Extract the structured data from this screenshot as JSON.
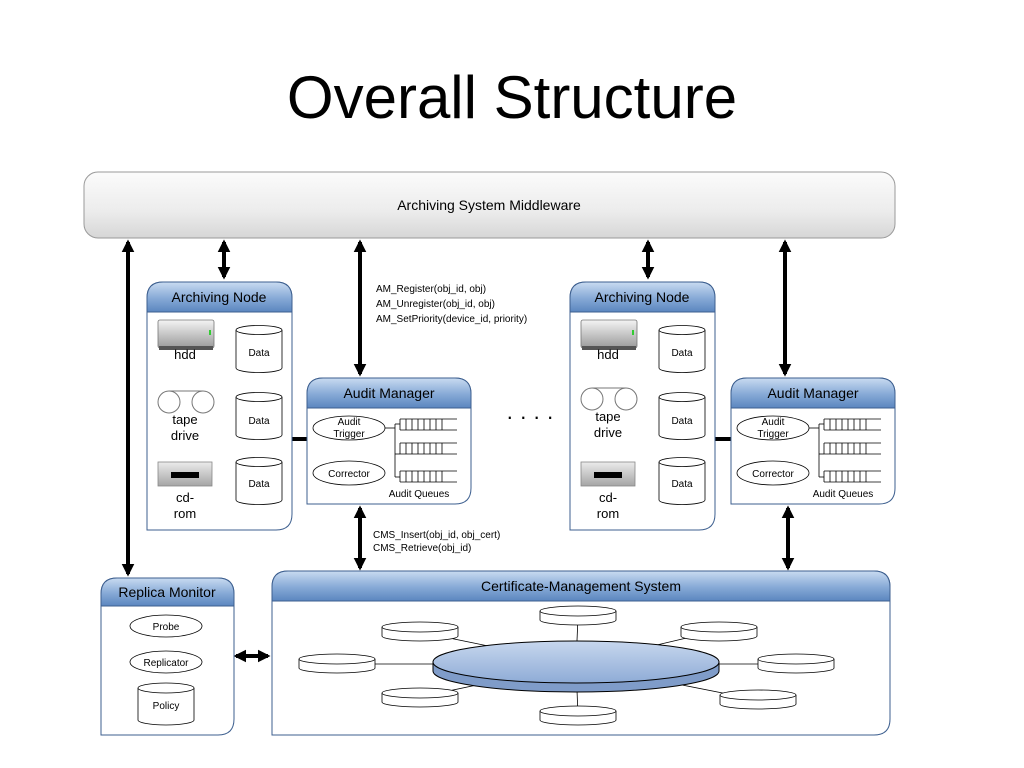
{
  "title": "Overall Structure",
  "middleware": {
    "label": "Archiving System Middleware"
  },
  "archiving_node": {
    "title": "Archiving Node",
    "devices": [
      "hdd",
      "tape",
      "drive",
      "cd-",
      "rom"
    ],
    "data_label": "Data"
  },
  "audit_manager": {
    "title": "Audit Manager",
    "trigger": [
      "Audit",
      "Trigger"
    ],
    "corrector": "Corrector",
    "queues": "Audit Queues"
  },
  "am_calls": [
    "AM_Register(obj_id,  obj)",
    "AM_Unregister(obj_id,  obj)",
    "AM_SetPriority(device_id, priority)"
  ],
  "cms_calls": [
    "CMS_Insert(obj_id, obj_cert)",
    "CMS_Retrieve(obj_id)"
  ],
  "ellipsis": "· · · ·",
  "replica_monitor": {
    "title": "Replica Monitor",
    "probe": "Probe",
    "replicator": "Replicator",
    "policy": "Policy"
  },
  "cms": {
    "title": "Certificate-Management System"
  },
  "colors": {
    "header_blue": "#5b86bf",
    "header_light": "#a9c3e4",
    "hub_fill": "#9eb8de",
    "panel_border": "#3d5f8f"
  }
}
